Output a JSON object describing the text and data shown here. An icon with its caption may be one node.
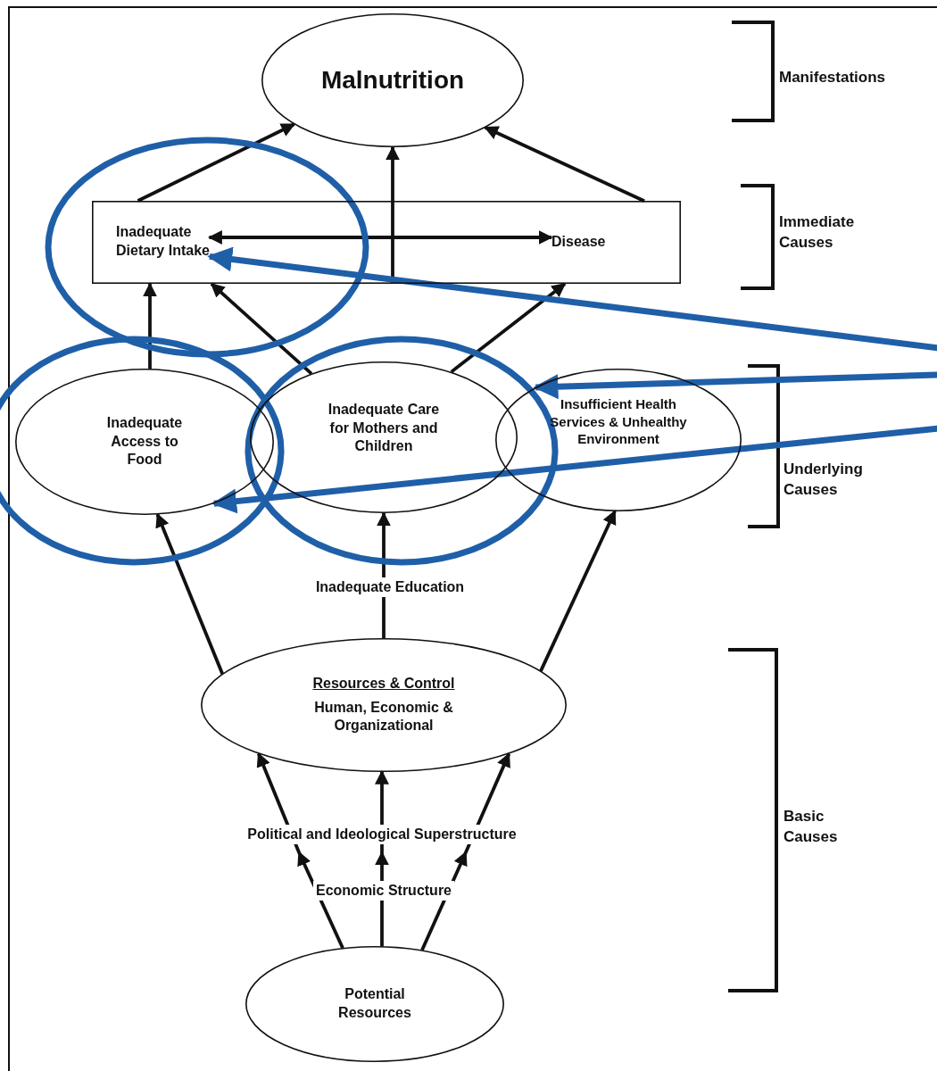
{
  "diagram": {
    "nodes": [
      {
        "text": [
          "Malnutrition"
        ]
      },
      {
        "text": [],
        "shape": "box"
      },
      {
        "text": [
          "Inadequate Dietary Intake"
        ],
        "in": 1
      },
      {
        "text": [
          "Disease"
        ],
        "in": 1
      },
      {
        "text": [
          "Inadequate Access to Food"
        ]
      },
      {
        "text": [
          "Inadequate Care for Mothers and Children"
        ]
      },
      {
        "text": [
          "Insufficient Health Services & Unhealthy Environment"
        ]
      },
      {
        "text": [
          "Resources & Control",
          "Human, Economic & Organizational"
        ]
      },
      {
        "text": [
          "Potential Resources"
        ]
      }
    ],
    "edges": [
      {
        "from": 1,
        "to": 0,
        "arrow": "to"
      },
      {
        "from": 1,
        "to": 0,
        "arrow": "to"
      },
      {
        "from": 1,
        "to": 0,
        "arrow": "to"
      },
      {
        "from": 2,
        "to": 3,
        "arrow": "both"
      },
      {
        "from": 4,
        "to": 1,
        "arrow": "to"
      },
      {
        "from": 5,
        "to": 1,
        "arrow": "to"
      },
      {
        "from": 5,
        "to": 1,
        "arrow": "to"
      },
      {
        "from": 7,
        "to": 4,
        "arrow": "to"
      },
      {
        "from": 7,
        "to": 5,
        "arrow": "to",
        "label": "Inadequate Education"
      },
      {
        "from": 7,
        "to": 6,
        "arrow": "to"
      },
      {
        "from": 8,
        "to": 7,
        "arrow": "to"
      },
      {
        "from": 8,
        "to": 7,
        "arrow": "to"
      },
      {
        "from": 8,
        "to": 7,
        "arrow": "to"
      },
      {
        "from": null,
        "to": 2,
        "arrow": "to",
        "style": "thick",
        "color": "#1f5fa8"
      },
      {
        "from": null,
        "to": 6,
        "arrow": "to",
        "style": "thick",
        "color": "#1f5fa8"
      },
      {
        "from": null,
        "to": 4,
        "arrow": "to",
        "style": "thick",
        "color": "#1f5fa8"
      }
    ],
    "labels": [
      "Manifestations",
      "Immediate Causes",
      "Underlying Causes",
      "Basic Causes",
      "Political and Ideological Superstructure",
      "Economic Structure"
    ]
  }
}
